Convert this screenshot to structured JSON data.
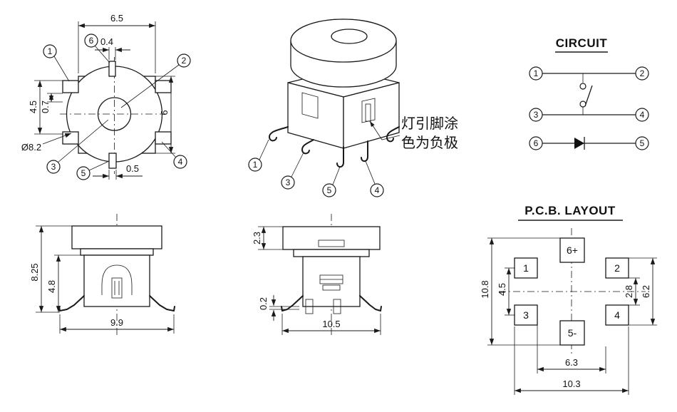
{
  "drawing": {
    "callouts": {
      "n1": "1",
      "n2": "2",
      "n3": "3",
      "n4": "4",
      "n5": "5",
      "n6": "6"
    },
    "top_view": {
      "dims": {
        "body_width": "6.5",
        "top_tab": "0.4",
        "pad_span": "4.5",
        "pad_offset": "0.7",
        "diameter": "Ø8.2",
        "body_height": "6",
        "bottom_tab": "0.5"
      }
    },
    "iso_view": {
      "note_line1": "灯引脚涂",
      "note_line2": "色为负极"
    },
    "circuit": {
      "title": "CIRCUIT"
    },
    "front_view": {
      "dims": {
        "total_height": "8.25",
        "body_height": "4.8",
        "width": "9.9"
      }
    },
    "side_view": {
      "dims": {
        "cap_height": "2.3",
        "standoff": "0.2",
        "width": "10.5"
      }
    },
    "pcb": {
      "title": "P.C.B. LAYOUT",
      "pads": {
        "p1": "1",
        "p2": "2",
        "p3": "3",
        "p4": "4",
        "p6": "6+",
        "p5": "5-"
      },
      "dims": {
        "overall_height": "10.8",
        "row_pitch": "4.5",
        "pad_gap": "2.8",
        "col_span": "6.2",
        "inner_width": "6.3",
        "overall_width": "10.3"
      }
    }
  }
}
